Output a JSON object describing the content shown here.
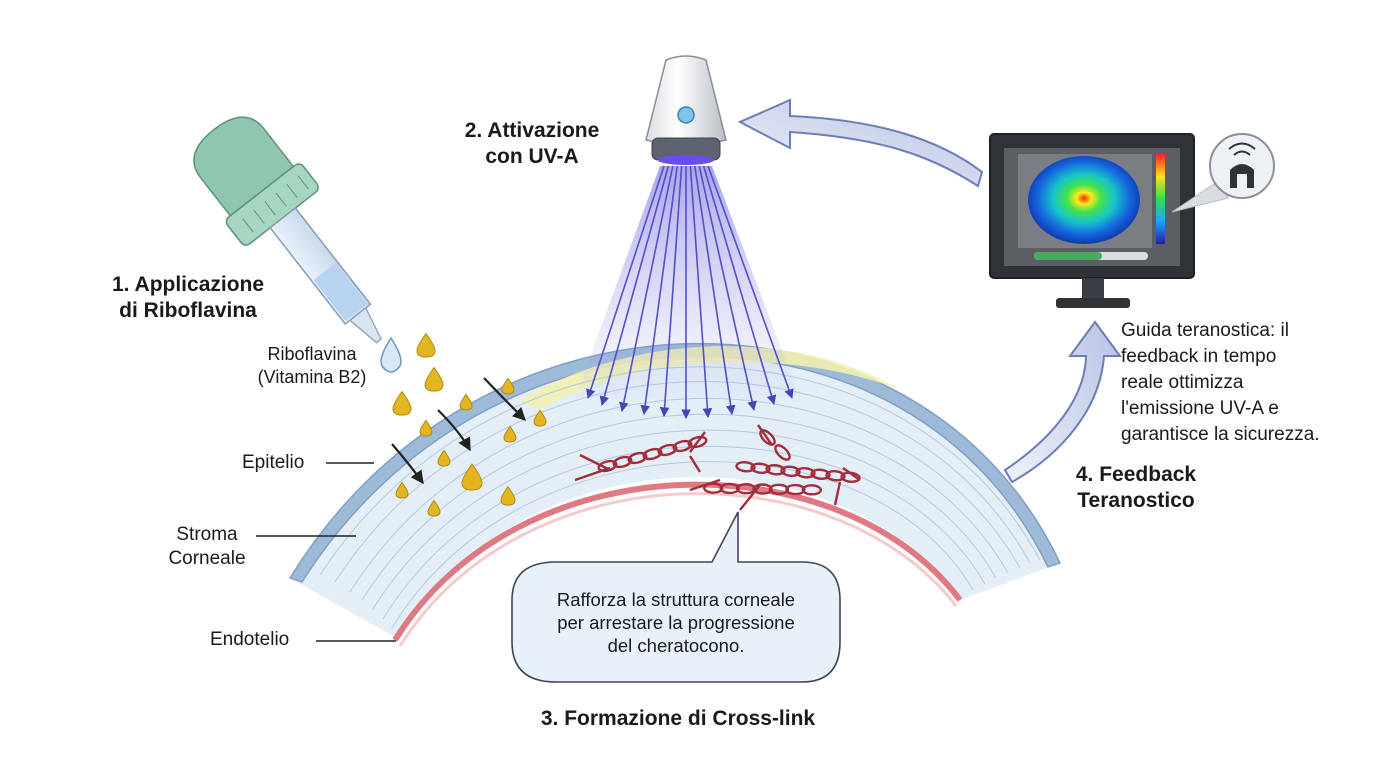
{
  "steps": {
    "step1_title": [
      "1. Applicazione",
      "di Riboflavina"
    ],
    "step2_title": [
      "2. Attivazione",
      "con UV-A"
    ],
    "step3_title": "3. Formazione di Cross-link",
    "step4_title": [
      "4. Feedback",
      "Teranostico"
    ]
  },
  "riboflavin_label": [
    "Riboflavina",
    "(Vitamina B2)"
  ],
  "layers": {
    "epithelium": "Epitelio",
    "stroma": [
      "Stroma",
      "Corneale"
    ],
    "endothelium": "Endotelio"
  },
  "bubble_text": [
    "Rafforza la struttura corneale",
    "per arrestare la progressione",
    "del cheratocono."
  ],
  "feedback_note": [
    "Guida teranostica: il",
    "feedback in tempo",
    "reale ottimizza",
    "l'emissione UV-A e",
    "garantisce la sicurezza."
  ],
  "icons": [
    "dropper-icon",
    "uv-lamp-icon",
    "monitor-icon",
    "sensor-icon",
    "droplet-icon",
    "arrow-icon"
  ],
  "colors": {
    "uv_ray": "#5050c8",
    "droplet": "#e3b520",
    "crosslink": "#a32d3a",
    "endothelium": "#e07a82",
    "dropper_bulb": "#8fc7ae",
    "arrow_fill": "#c9d3ea"
  }
}
